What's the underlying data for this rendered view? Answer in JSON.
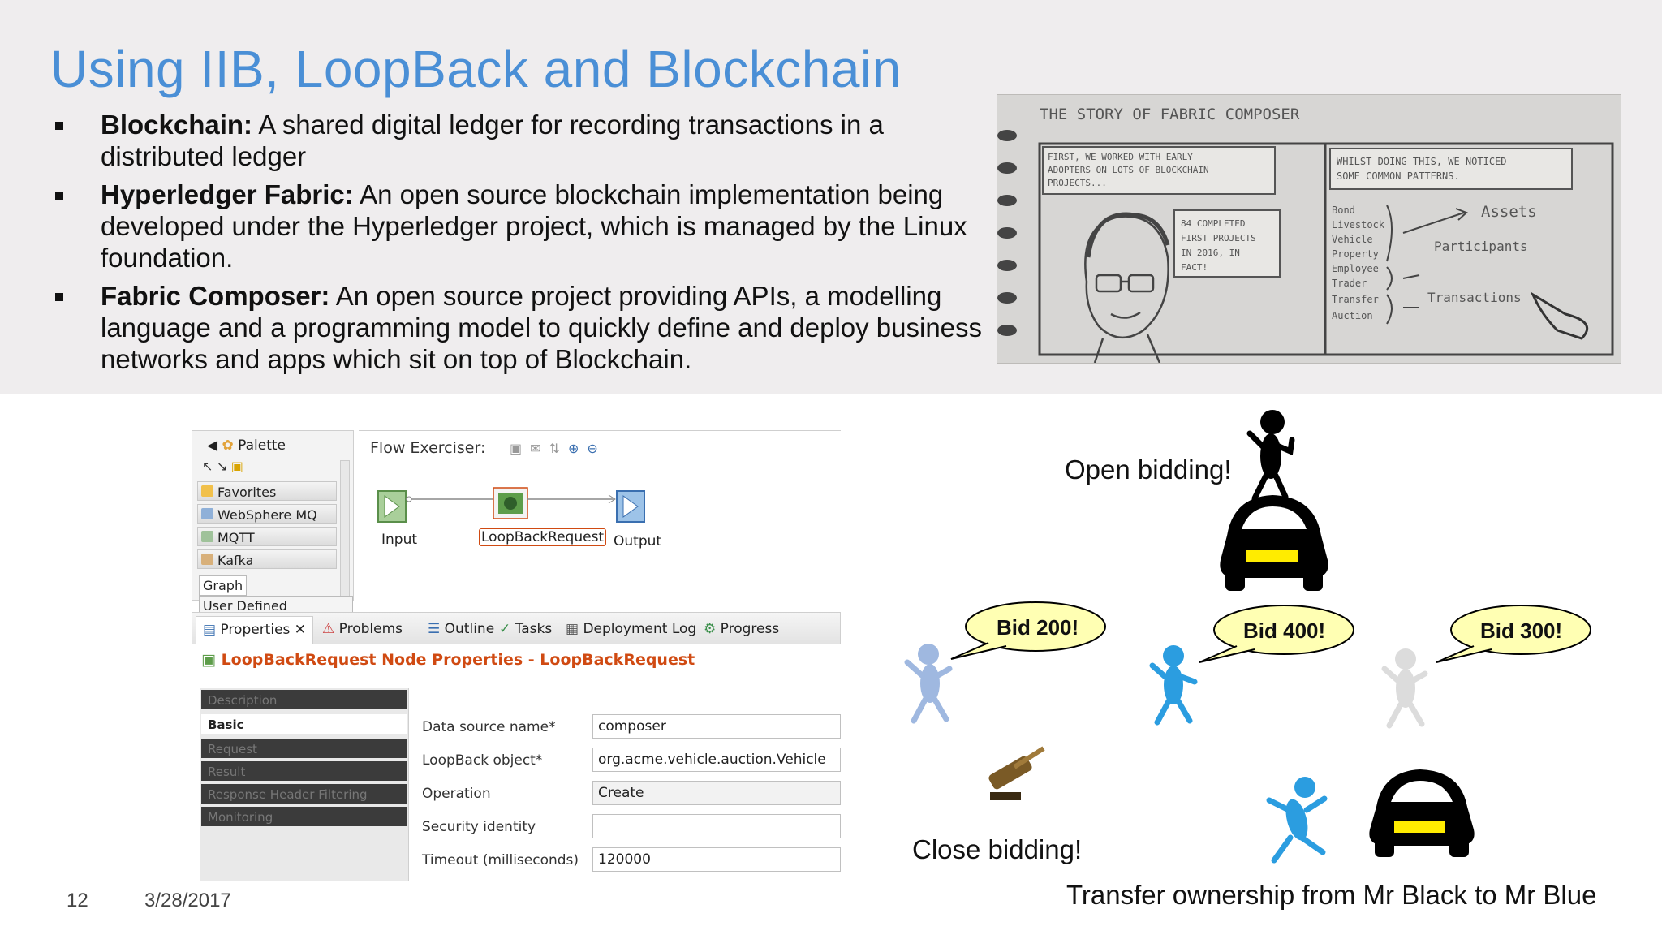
{
  "slide": {
    "title": "Using IIB, LoopBack and Blockchain",
    "bullets": [
      {
        "term": "Blockchain:",
        "text": " A shared digital ledger for recording transactions in a distributed ledger"
      },
      {
        "term": "Hyperledger Fabric:",
        "text": " An open source blockchain implementation being developed under the Hyperledger project, which is managed by the Linux foundation."
      },
      {
        "term": "Fabric Composer:",
        "text": " An open source project providing APIs, a modelling language and a programming model to quickly define and deploy business networks and apps which sit on top of Blockchain."
      }
    ],
    "page_number": "12",
    "date": "3/28/2017"
  },
  "sketch": {
    "heading": "THE STORY OF FABRIC COMPOSER",
    "box1": [
      "FIRST, WE WORKED WITH EARLY",
      "ADOPTERS ON LOTS OF BLOCKCHAIN",
      "PROJECTS..."
    ],
    "box2": [
      "84 COMPLETED",
      "FIRST PROJECTS",
      "IN 2016, IN",
      "FACT!"
    ],
    "box3": [
      "WHILST DOING THIS, WE NOTICED",
      "SOME COMMON PATTERNS."
    ],
    "list": [
      "Bond",
      "Livestock",
      "Vehicle",
      "Property",
      "Employee",
      "Trader",
      "Transfer",
      "Auction"
    ],
    "groups": [
      "Assets",
      "Participants",
      "Transactions"
    ]
  },
  "ide": {
    "palette": {
      "title": "Palette",
      "items": [
        "Favorites",
        "WebSphere MQ",
        "MQTT",
        "Kafka"
      ]
    },
    "graph_tabs": [
      "Graph",
      "User Defined Properties"
    ],
    "flow": {
      "title": "Flow Exerciser:",
      "nodes": [
        "Input",
        "LoopBackRequest",
        "Output"
      ]
    },
    "views": [
      "Properties",
      "Problems",
      "Outline",
      "Tasks",
      "Deployment Log",
      "Progress"
    ],
    "properties_header": "LoopBackRequest Node Properties - LoopBackRequest",
    "sections": [
      "Description",
      "Basic",
      "Request",
      "Result",
      "Response Header Filtering",
      "Monitoring"
    ],
    "fields": [
      {
        "label": "Data source name*",
        "value": "composer"
      },
      {
        "label": "LoopBack object*",
        "value": "org.acme.vehicle.auction.Vehicle"
      },
      {
        "label": "Operation",
        "value": "Create"
      },
      {
        "label": "Security identity",
        "value": ""
      },
      {
        "label": "Timeout (milliseconds)",
        "value": "120000"
      }
    ]
  },
  "scene": {
    "open_bidding": "Open bidding!",
    "bids": [
      "Bid 200!",
      "Bid 400!",
      "Bid 300!"
    ],
    "close_bidding": "Close bidding!",
    "transfer": "Transfer ownership from Mr Black to Mr Blue"
  }
}
